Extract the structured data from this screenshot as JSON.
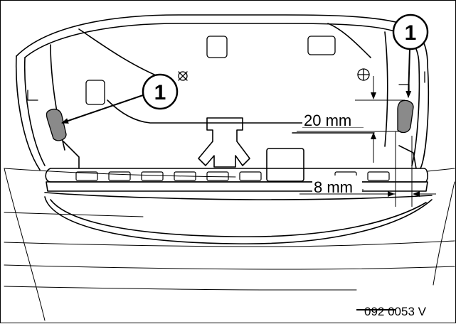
{
  "callouts": [
    {
      "id": "callout-1-left",
      "label": "1"
    },
    {
      "id": "callout-1-right",
      "label": "1"
    }
  ],
  "dimensions": {
    "vertical": "20 mm",
    "horizontal": "8 mm"
  },
  "figure_id": "092 0053 V",
  "colors": {
    "line": "#000000",
    "part_fill": "#8a8a8a",
    "background": "#ffffff"
  }
}
